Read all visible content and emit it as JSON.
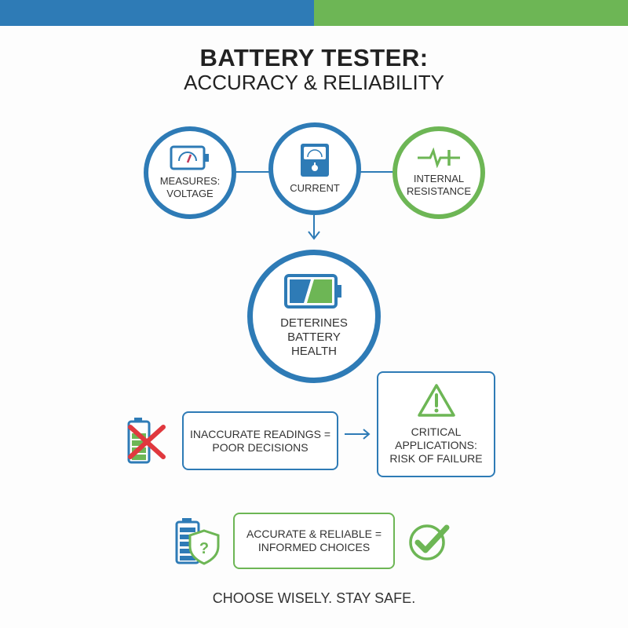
{
  "header": {
    "title": "BATTERY TESTER:",
    "subtitle": "ACCURACY & RELIABILITY",
    "colors": {
      "blue": "#2e7bb6",
      "green": "#6db655"
    }
  },
  "measures": [
    {
      "label_line1": "MEASURES:",
      "label_line2": "VOLTAGE",
      "icon": "battery-gauge-icon"
    },
    {
      "label_line1": "CURRENT",
      "label_line2": "",
      "icon": "ammeter-icon"
    },
    {
      "label_line1": "INTERNAL",
      "label_line2": "RESISTANCE",
      "icon": "resistance-waveform-icon"
    }
  ],
  "health": {
    "line1": "DETERINES",
    "line2": "BATTERY",
    "line3": "HEALTH",
    "icon": "battery-half-icon"
  },
  "risk": {
    "inaccurate_line1": "INACCURATE READINGS =",
    "inaccurate_line2": "POOR DECISIONS",
    "critical_line1": "CRITICAL",
    "critical_line2": "APPLICATIONS:",
    "critical_line3": "RISK OF FAILURE"
  },
  "benefit": {
    "line1": "ACCURATE & RELIABLE =",
    "line2": "INFORMED CHOICES"
  },
  "footer": {
    "tagline": "CHOOSE WISELY. STAY SAFE."
  }
}
